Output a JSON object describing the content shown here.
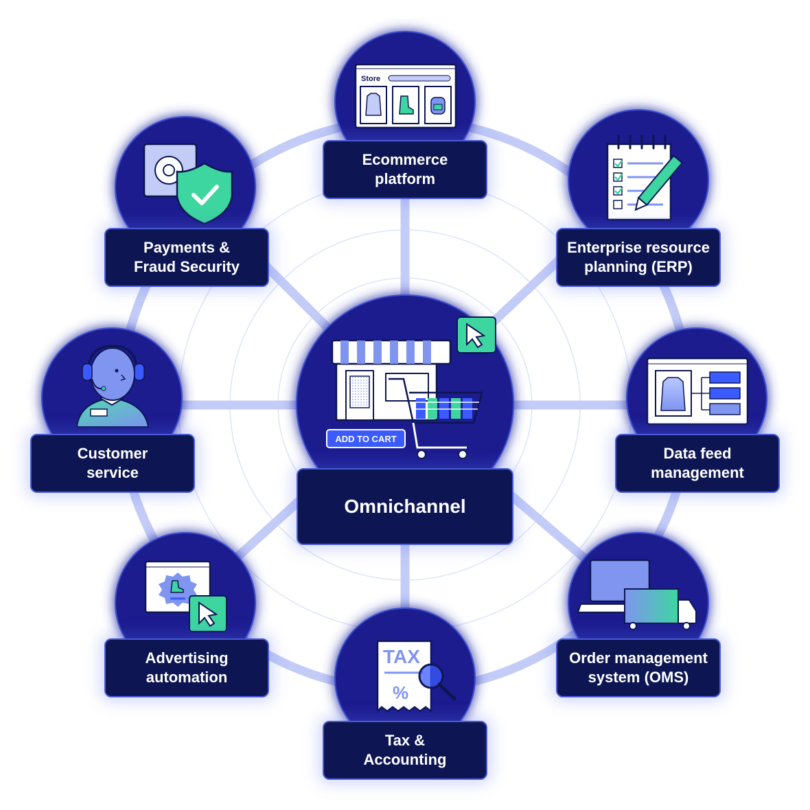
{
  "center": {
    "title": "Omnichannel",
    "add_to_cart_label": "ADD TO CART"
  },
  "nodes": [
    {
      "id": "ecommerce",
      "lines": [
        "Ecommerce",
        "platform"
      ],
      "icon": "storefront-window-icon",
      "store_label": "Store"
    },
    {
      "id": "erp",
      "lines": [
        "Enterprise resource",
        "planning (ERP)"
      ],
      "icon": "checklist-pencil-icon"
    },
    {
      "id": "datafeed",
      "lines": [
        "Data feed",
        "management"
      ],
      "icon": "data-feed-window-icon"
    },
    {
      "id": "oms",
      "lines": [
        "Order management",
        "system (OMS)"
      ],
      "icon": "laptop-truck-icon"
    },
    {
      "id": "tax",
      "lines": [
        "Tax &",
        "Accounting"
      ],
      "icon": "tax-receipt-icon",
      "tax_label": "TAX",
      "percent_label": "%"
    },
    {
      "id": "advertising",
      "lines": [
        "Advertising",
        "automation"
      ],
      "icon": "ad-window-cursor-icon"
    },
    {
      "id": "customer",
      "lines": [
        "Customer",
        "service"
      ],
      "icon": "support-agent-icon"
    },
    {
      "id": "payments",
      "lines": [
        "Payments &",
        "Fraud Security"
      ],
      "icon": "safe-shield-icon"
    }
  ],
  "colors": {
    "navy": "#0d1652",
    "circle": "#1a1f8f",
    "ring": "#c3ccf7",
    "accent_green": "#3dd6a0",
    "accent_blue": "#3b5bff"
  }
}
